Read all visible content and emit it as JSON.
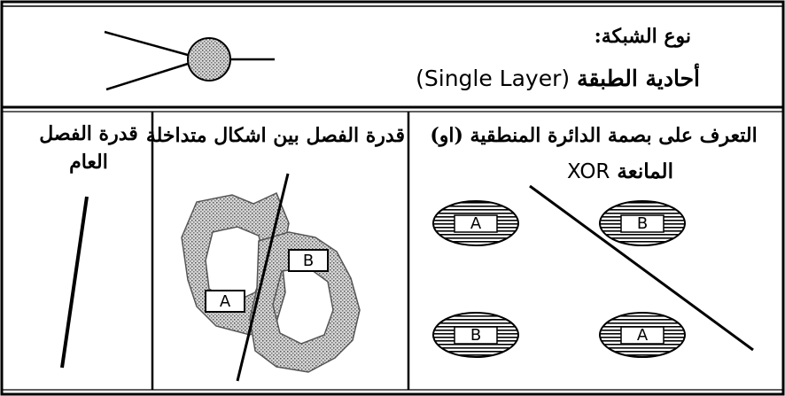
{
  "header": {
    "network_type_label": "نوع الشبكة:",
    "layer_type_arabic": "أحادية الطبقة",
    "layer_type_english": "(Single Layer)"
  },
  "columns": {
    "general_separation": {
      "line1": "قدرة الفصل",
      "line2": "العام"
    },
    "overlapping_separation": {
      "title": "قدرة الفصل بين اشكال متداخلة"
    },
    "xor_recognition": {
      "title": "التعرف على بصمة الدائرة المنطقية (او)",
      "subtitle_arabic": "المانعة",
      "subtitle_english": "XOR"
    }
  },
  "labels": {
    "overlap_a": "A",
    "overlap_b": "B",
    "xor_top_left": "A",
    "xor_top_right": "B",
    "xor_bottom_left": "B",
    "xor_bottom_right": "A"
  },
  "colors": {
    "stroke": "#000000",
    "stipple": "#9a9a9a",
    "background": "#ffffff"
  }
}
